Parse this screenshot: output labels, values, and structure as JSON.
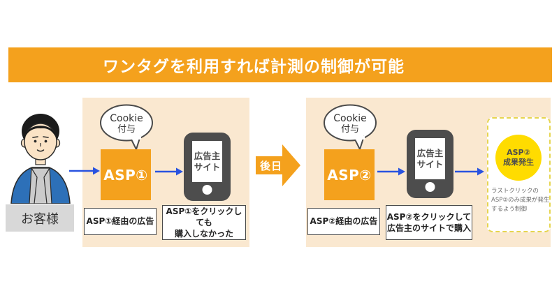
{
  "banner": {
    "title": "ワンタグを利用すれば計測の制御が可能"
  },
  "customer": {
    "label": "お客様"
  },
  "flow": {
    "interval_label": "後日"
  },
  "panel1": {
    "cookie": {
      "line1": "Cookie",
      "line2": "付与"
    },
    "asp_label": "ASP①",
    "phone": {
      "line1": "広告主",
      "line2": "サイト"
    },
    "ad_label": "ASP①経由の広告",
    "action": {
      "line1": "ASP①をクリックしても",
      "line2": "購入しなかった"
    }
  },
  "panel2": {
    "cookie": {
      "line1": "Cookie",
      "line2": "付与"
    },
    "asp_label": "ASP②",
    "phone": {
      "line1": "広告主",
      "line2": "サイト"
    },
    "ad_label": "ASP②経由の広告",
    "action": {
      "line1": "ASP②をクリックして",
      "line2": "広告主のサイトで購入"
    },
    "result": {
      "circle_line1": "ASP②",
      "circle_line2": "成果発生",
      "note_line1": "ラストクリックの",
      "note_line2": "ASP②のみ成果が発生",
      "note_line3": "するよう制御"
    }
  },
  "colors": {
    "accent_orange": "#F4A11D",
    "panel_bg": "#FAE8D0",
    "arrow_blue": "#2953E0",
    "highlight_yellow": "#FFDC00",
    "dashed_border": "#E6D54F",
    "phone_gray": "#4D4D4D"
  }
}
